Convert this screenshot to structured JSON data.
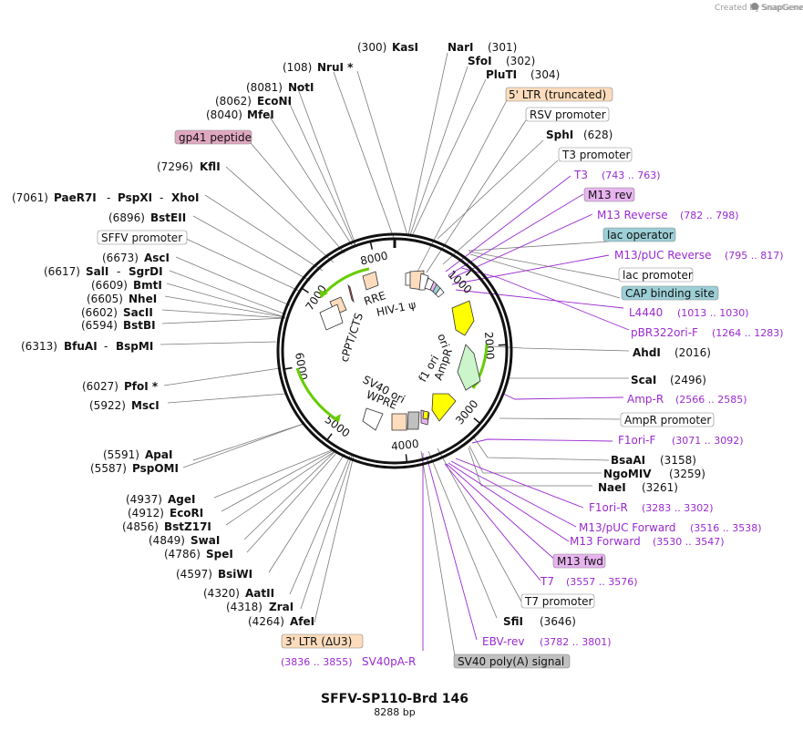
{
  "credit": "Created by SnapGene",
  "plasmid": {
    "name": "SFFV-SP110-Brd 146",
    "length_label": "8288 bp",
    "length": 8288
  },
  "ticks": [
    "1000",
    "2000",
    "3000",
    "4000",
    "5000",
    "6000",
    "7000",
    "8000"
  ],
  "feature_labels": {
    "rre": "RRE",
    "hiv_psi": "HIV-1 ψ",
    "cppt": "cPPT/CTS",
    "ori": "ori",
    "f1ori": "f1 ori",
    "ampr": "AmpR",
    "sv40ori": "SV40 ori",
    "wpre": "WPRE"
  },
  "sites": {
    "kasi": {
      "num": "(300)",
      "name": "KasI"
    },
    "nari": {
      "name": "NarI",
      "num": "(301)"
    },
    "sfoi": {
      "name": "SfoI",
      "num": "(302)"
    },
    "pluti": {
      "name": "PluTI",
      "num": "(304)"
    },
    "ltr5": {
      "name": "5' LTR (truncated)"
    },
    "rsv": {
      "name": "RSV promoter"
    },
    "sphi": {
      "name": "SphI",
      "num": "(628)"
    },
    "t3prom": {
      "name": "T3 promoter"
    },
    "t3": {
      "name": "T3",
      "num": "(743 .. 763)"
    },
    "m13rev": {
      "name": "M13 rev"
    },
    "m13reverse": {
      "name": "M13 Reverse",
      "num": "(782 .. 798)"
    },
    "lacop": {
      "name": "lac operator"
    },
    "m13puc_rev": {
      "name": "M13/pUC Reverse",
      "num": "(795 .. 817)"
    },
    "lacprom": {
      "name": "lac promoter"
    },
    "cap": {
      "name": "CAP binding site"
    },
    "l4440": {
      "name": "L4440",
      "num": "(1013 .. 1030)"
    },
    "pbr": {
      "name": "pBR322ori-F",
      "num": "(1264 .. 1283)"
    },
    "ahdi": {
      "name": "AhdI",
      "num": "(2016)"
    },
    "scai": {
      "name": "ScaI",
      "num": "(2496)"
    },
    "ampr_p": {
      "name": "Amp-R",
      "num": "(2566 .. 2585)"
    },
    "amprprom": {
      "name": "AmpR promoter"
    },
    "f1orif": {
      "name": "F1ori-F",
      "num": "(3071 .. 3092)"
    },
    "bsaai": {
      "name": "BsaAI",
      "num": "(3158)"
    },
    "ngomiv": {
      "name": "NgoMIV",
      "num": "(3259)"
    },
    "naei": {
      "name": "NaeI",
      "num": "(3261)"
    },
    "f1orir": {
      "name": "F1ori-R",
      "num": "(3283 .. 3302)"
    },
    "m13puc_fwd": {
      "name": "M13/pUC Forward",
      "num": "(3516 .. 3538)"
    },
    "m13forward": {
      "name": "M13 Forward",
      "num": "(3530 .. 3547)"
    },
    "m13fwd": {
      "name": "M13 fwd"
    },
    "t7": {
      "name": "T7",
      "num": "(3557 .. 3576)"
    },
    "t7prom": {
      "name": "T7 promoter"
    },
    "sfii": {
      "name": "SfiI",
      "num": "(3646)"
    },
    "ebvrev": {
      "name": "EBV-rev",
      "num": "(3782 .. 3801)"
    },
    "sv40polya": {
      "name": "SV40 poly(A) signal"
    },
    "sv40par": {
      "name": "SV40pA-R",
      "num": "(3836 .. 3855)"
    },
    "ltr3": {
      "name": "3' LTR (ΔU3)"
    },
    "afei": {
      "num": "(4264)",
      "name": "AfeI"
    },
    "zrai": {
      "num": "(4318)",
      "name": "ZraI"
    },
    "aatii": {
      "num": "(4320)",
      "name": "AatII"
    },
    "bsiwi": {
      "num": "(4597)",
      "name": "BsiWI"
    },
    "spei": {
      "num": "(4786)",
      "name": "SpeI"
    },
    "swai": {
      "num": "(4849)",
      "name": "SwaI"
    },
    "bstz17i": {
      "num": "(4856)",
      "name": "BstZ17I"
    },
    "ecori": {
      "num": "(4912)",
      "name": "EcoRI"
    },
    "agei": {
      "num": "(4937)",
      "name": "AgeI"
    },
    "pspomi": {
      "num": "(5587)",
      "name": "PspOMI"
    },
    "apai": {
      "num": "(5591)",
      "name": "ApaI"
    },
    "msci": {
      "num": "(5922)",
      "name": "MscI"
    },
    "pfoi": {
      "num": "(6027)",
      "name": "PfoI *"
    },
    "bfuai": {
      "num": "(6313)",
      "name": "BfuAI",
      "name2": "BspMI"
    },
    "bstbi": {
      "num": "(6594)",
      "name": "BstBI"
    },
    "sacii": {
      "num": "(6602)",
      "name": "SacII"
    },
    "nhei": {
      "num": "(6605)",
      "name": "NheI"
    },
    "bmti": {
      "num": "(6609)",
      "name": "BmtI"
    },
    "sali": {
      "num": "(6617)",
      "name": "SalI",
      "name2": "SgrDI"
    },
    "asci": {
      "num": "(6673)",
      "name": "AscI"
    },
    "sffv": {
      "name": "SFFV promoter"
    },
    "bsteii": {
      "num": "(6896)",
      "name": "BstEII"
    },
    "paer7i": {
      "num": "(7061)",
      "name": "PaeR7I",
      "name2": "PspXI",
      "name3": "XhoI"
    },
    "kfli": {
      "num": "(7296)",
      "name": "KflI"
    },
    "gp41": {
      "name": "gp41 peptide"
    },
    "mfei": {
      "num": "(8040)",
      "name": "MfeI"
    },
    "econi": {
      "num": "(8062)",
      "name": "EcoNI"
    },
    "noti": {
      "num": "(8081)",
      "name": "NotI"
    },
    "nrui": {
      "num": "(108)",
      "name": "NruI *"
    }
  },
  "colors": {
    "purple_text": "#9a2ad0",
    "ltr_fill": "#fcdcbc",
    "primer_fill": "#e8b4f0",
    "operator_fill": "#9ccfd6",
    "polya_fill": "#c0c0c0",
    "gp41_fill": "#e0a8c0",
    "ori_fill": "#ffff00",
    "ampr_fill": "#ccf5cc",
    "green_arc": "#66cc00"
  }
}
